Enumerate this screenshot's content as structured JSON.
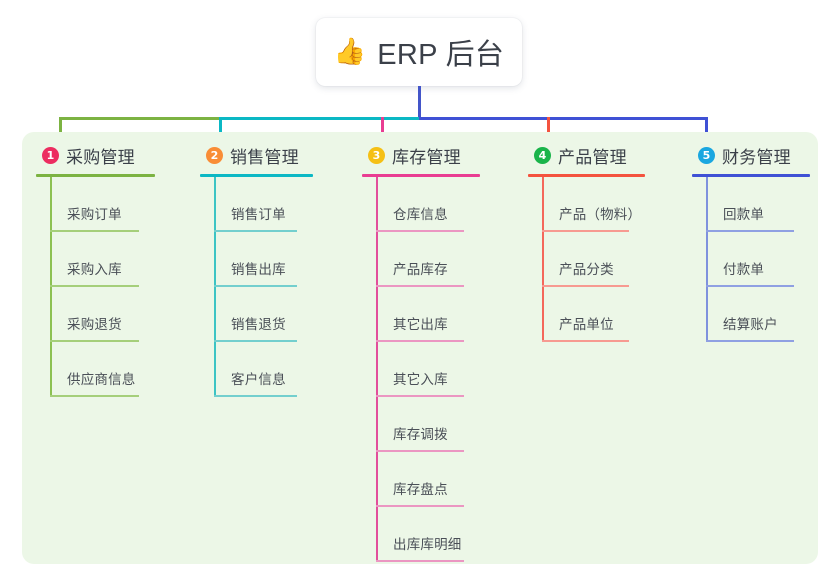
{
  "root": {
    "icon": "thumbs-up-icon",
    "emoji": "👍",
    "title": "ERP 后台"
  },
  "panel": {
    "background_color": "#ecf7e7"
  },
  "trunk": {
    "color": "#4355c9"
  },
  "columns": [
    {
      "number": "1",
      "title": "采购管理",
      "badge_color": "#ec2d60",
      "line_color": "#7cb342",
      "item_stem_color": "#8cc152",
      "item_underline_color": "#a5cf7a",
      "items": [
        {
          "label": "采购订单"
        },
        {
          "label": "采购入库"
        },
        {
          "label": "采购退货"
        },
        {
          "label": "供应商信息"
        }
      ]
    },
    {
      "number": "2",
      "title": "销售管理",
      "badge_color": "#f98d36",
      "line_color": "#0bb8c4",
      "item_stem_color": "#3cc4c4",
      "item_underline_color": "#73cfce",
      "items": [
        {
          "label": "销售订单"
        },
        {
          "label": "销售出库"
        },
        {
          "label": "销售退货"
        },
        {
          "label": "客户信息"
        }
      ]
    },
    {
      "number": "3",
      "title": "库存管理",
      "badge_color": "#f5c015",
      "line_color": "#e93d92",
      "item_stem_color": "#e24f9b",
      "item_underline_color": "#eb96c2",
      "items": [
        {
          "label": "仓库信息"
        },
        {
          "label": "产品库存"
        },
        {
          "label": "其它出库"
        },
        {
          "label": "其它入库"
        },
        {
          "label": "库存调拨"
        },
        {
          "label": "库存盘点"
        },
        {
          "label": "出库库明细"
        }
      ]
    },
    {
      "number": "4",
      "title": "产品管理",
      "badge_color": "#19b44a",
      "line_color": "#f4533f",
      "item_stem_color": "#f4685b",
      "item_underline_color": "#f79a91",
      "items": [
        {
          "label": "产品（物料）"
        },
        {
          "label": "产品分类"
        },
        {
          "label": "产品单位"
        }
      ]
    },
    {
      "number": "5",
      "title": "财务管理",
      "badge_color": "#1aa7e0",
      "line_color": "#3f51d5",
      "item_stem_color": "#7f92dd",
      "item_underline_color": "#8fa0e2",
      "items": [
        {
          "label": "回款单"
        },
        {
          "label": "付款单"
        },
        {
          "label": "结算账户"
        }
      ]
    }
  ]
}
